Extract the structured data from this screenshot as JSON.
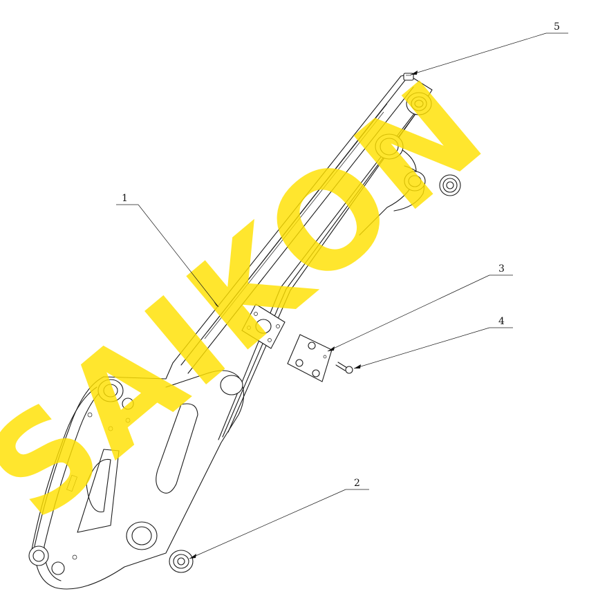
{
  "drawing": {
    "subject": "loader-boom-arm-exploded-view",
    "callouts": [
      {
        "id": "1",
        "label": "1"
      },
      {
        "id": "2",
        "label": "2"
      },
      {
        "id": "3",
        "label": "3"
      },
      {
        "id": "4",
        "label": "4"
      },
      {
        "id": "5",
        "label": "5"
      }
    ]
  },
  "watermark": {
    "text": "SAIKON",
    "color": "#ffe000"
  }
}
